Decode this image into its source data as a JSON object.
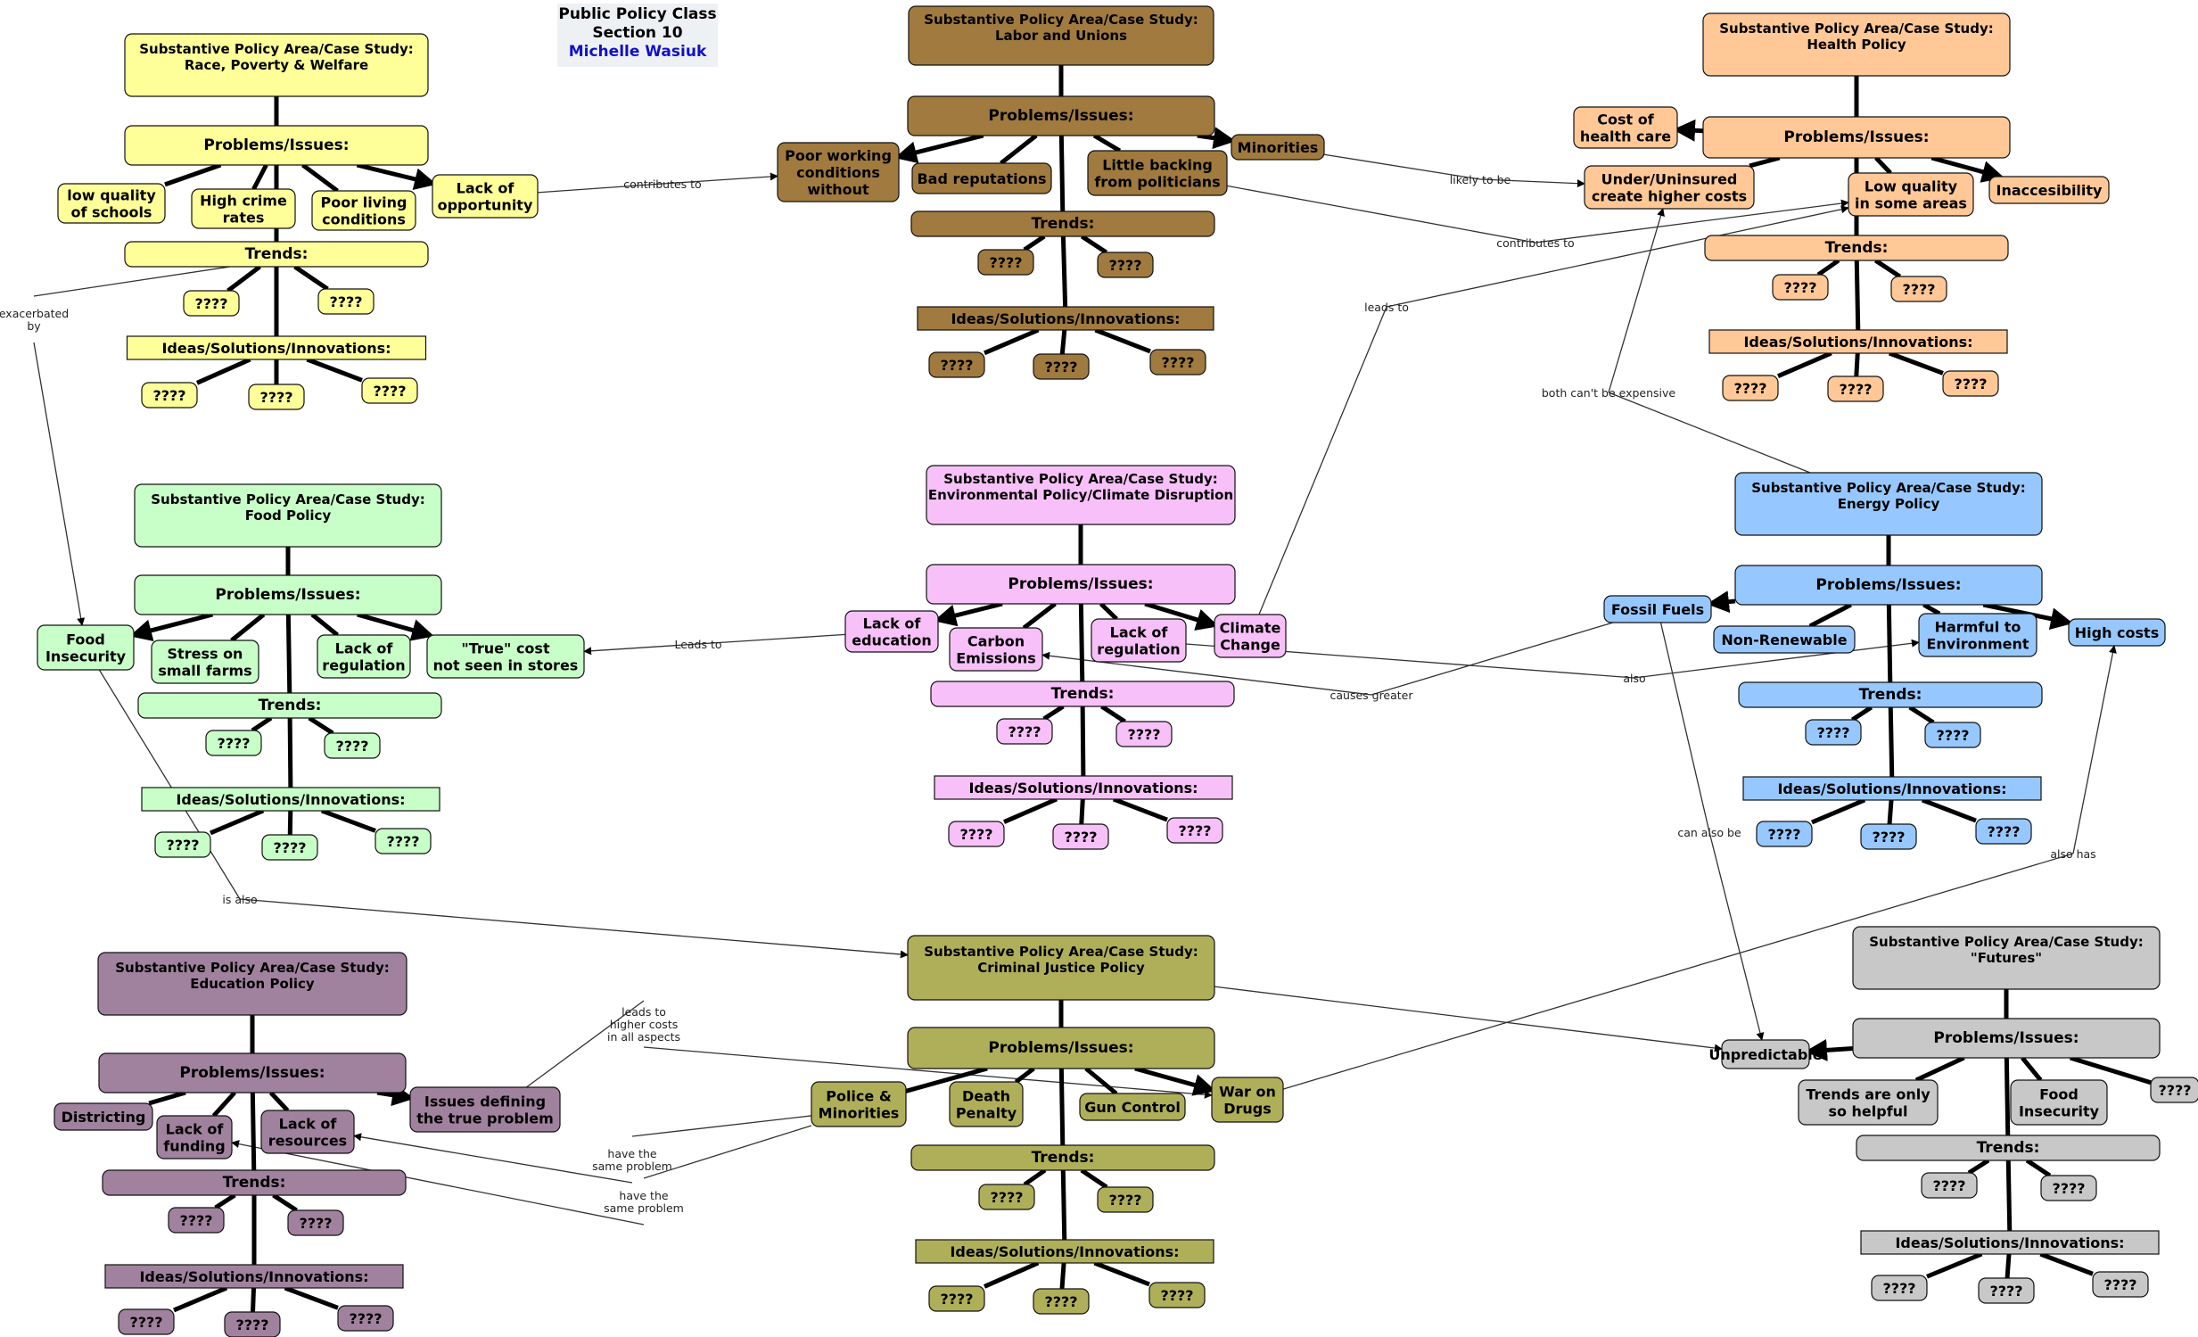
{
  "header": {
    "line1": "Public Policy Class",
    "line2": "Section 10",
    "author": "Michelle Wasiuk"
  },
  "colors": {
    "race": "#ffff99",
    "labor": "#a07a3e",
    "health": "#ffc896",
    "food": "#c8ffc8",
    "environment": "#f8c0f8",
    "energy": "#96c8ff",
    "education": "#a0829e",
    "criminal": "#afaf5a",
    "futures": "#c8c8c8",
    "link_line": "#333333",
    "connector": "#000000"
  },
  "placeholder": "????",
  "common": {
    "title_prefix": "Substantive Policy Area/Case Study:",
    "problems": "Problems/Issues:",
    "trends": "Trends:",
    "ideas": "Ideas/Solutions/Innovations:"
  },
  "clusters": [
    {
      "id": "race",
      "subtitle": "Race, Poverty & Welfare",
      "issues": [
        {
          "id": "race-schools",
          "text": "low quality\nof schools"
        },
        {
          "id": "race-crime",
          "text": "High crime\nrates"
        },
        {
          "id": "race-living",
          "text": "Poor living\nconditions"
        },
        {
          "id": "race-opportunity",
          "text": "Lack of\nopportunity"
        }
      ]
    },
    {
      "id": "labor",
      "subtitle": "Labor and Unions",
      "issues": [
        {
          "id": "labor-conditions",
          "text": "Poor working\nconditions\nwithout"
        },
        {
          "id": "labor-reputations",
          "text": "Bad reputations"
        },
        {
          "id": "labor-backing",
          "text": "Little backing\nfrom politicians"
        },
        {
          "id": "labor-minorities",
          "text": "Minorities"
        }
      ]
    },
    {
      "id": "health",
      "subtitle": "Health Policy",
      "issues": [
        {
          "id": "health-cost",
          "text": "Cost of\nhealth care"
        },
        {
          "id": "health-uninsured",
          "text": "Under/Uninsured\ncreate higher costs"
        },
        {
          "id": "health-quality",
          "text": "Low quality\nin some areas"
        },
        {
          "id": "health-access",
          "text": "Inaccesibility"
        }
      ]
    },
    {
      "id": "food",
      "subtitle": "Food Policy",
      "issues": [
        {
          "id": "food-insecurity",
          "text": "Food\nInsecurity"
        },
        {
          "id": "food-farms",
          "text": "Stress on\nsmall farms"
        },
        {
          "id": "food-regulation",
          "text": "Lack of\nregulation"
        },
        {
          "id": "food-truecost",
          "text": "\"True\" cost\nnot seen in stores"
        }
      ]
    },
    {
      "id": "environment",
      "subtitle": "Environmental Policy/Climate Disruption",
      "issues": [
        {
          "id": "env-education",
          "text": "Lack of\neducation"
        },
        {
          "id": "env-carbon",
          "text": "Carbon\nEmissions"
        },
        {
          "id": "env-regulation",
          "text": "Lack of\nregulation"
        },
        {
          "id": "env-climate",
          "text": "Climate\nChange"
        }
      ]
    },
    {
      "id": "energy",
      "subtitle": "Energy Policy",
      "issues": [
        {
          "id": "energy-fossil",
          "text": "Fossil Fuels"
        },
        {
          "id": "energy-nonrenew",
          "text": "Non-Renewable"
        },
        {
          "id": "energy-harmful",
          "text": "Harmful to\nEnvironment"
        },
        {
          "id": "energy-costs",
          "text": "High costs"
        }
      ]
    },
    {
      "id": "education",
      "subtitle": "Education Policy",
      "issues": [
        {
          "id": "edu-districting",
          "text": "Districting"
        },
        {
          "id": "edu-funding",
          "text": "Lack of\nfunding"
        },
        {
          "id": "edu-resources",
          "text": "Lack of\nresources"
        },
        {
          "id": "edu-defining",
          "text": "Issues defining\nthe true problem"
        }
      ]
    },
    {
      "id": "criminal",
      "subtitle": "Criminal Justice Policy",
      "issues": [
        {
          "id": "cj-police",
          "text": "Police &\nMinorities"
        },
        {
          "id": "cj-death",
          "text": "Death\nPenalty"
        },
        {
          "id": "cj-gun",
          "text": "Gun Control"
        },
        {
          "id": "cj-drugs",
          "text": "War on\nDrugs"
        }
      ]
    },
    {
      "id": "futures",
      "subtitle": "\"Futures\"",
      "issues": [
        {
          "id": "fut-unpredictable",
          "text": "Unpredictable"
        },
        {
          "id": "fut-trends",
          "text": "Trends are only\nso helpful"
        },
        {
          "id": "fut-food",
          "text": "Food\nInsecurity"
        },
        {
          "id": "fut-unknown",
          "text": "????"
        }
      ]
    }
  ],
  "links": [
    {
      "from": "race-opportunity",
      "to": "labor-conditions",
      "label": "contributes to"
    },
    {
      "from": "labor-minorities",
      "to": "health-uninsured",
      "label": "likely to be"
    },
    {
      "from": "labor-backing",
      "to": "health-quality",
      "label": "contributes to"
    },
    {
      "from": "env-climate",
      "to": "health-quality",
      "label": "leads to"
    },
    {
      "from": "race-trends",
      "to": "food-insecurity",
      "label": "exacerbated\nby"
    },
    {
      "from": "env-education",
      "to": "food-truecost",
      "label": "Leads to"
    },
    {
      "from": "energy-fossil",
      "to": "env-carbon",
      "label": "causes greater"
    },
    {
      "from": "env-regulation",
      "to": "energy-harmful",
      "label": "also"
    },
    {
      "from": "energy-title",
      "to": "health-uninsured",
      "label": "both can't be expensive"
    },
    {
      "from": "energy-fossil",
      "to": "fut-unpredictable",
      "label": "can also be"
    },
    {
      "from": "food-insecurity",
      "to": "criminal-title",
      "label": "is also"
    },
    {
      "from": "criminal-title",
      "to": "fut-unpredictable",
      "label": ""
    },
    {
      "from": "edu-defining",
      "to": "cj-drugs",
      "label": "leads to\nhigher costs\nin all aspects"
    },
    {
      "from": "cj-police",
      "to": "edu-resources",
      "label": "have the\nsame problem"
    },
    {
      "from": "cj-police",
      "to": "edu-funding",
      "label": "have the\nsame problem"
    },
    {
      "from": "cj-drugs",
      "to": "energy-costs",
      "label": "also has"
    }
  ]
}
